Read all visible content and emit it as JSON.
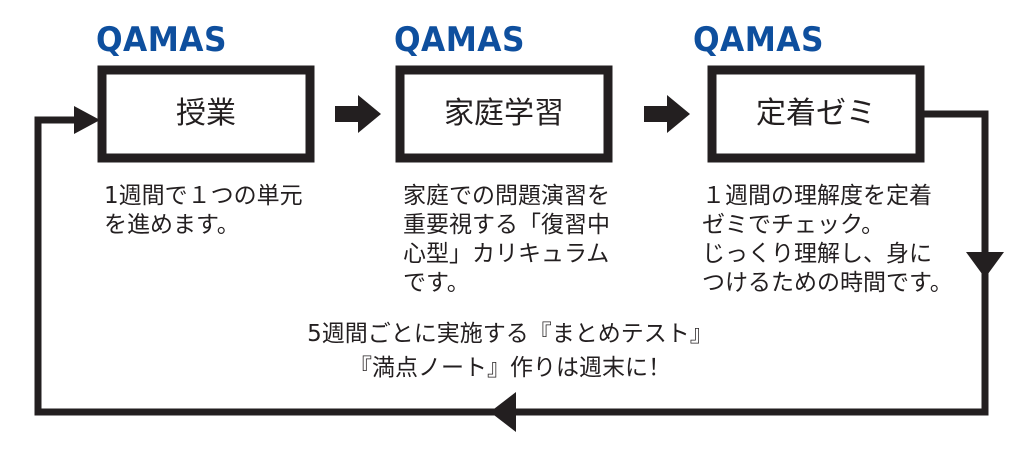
{
  "brand_color": "#0e4f9e",
  "line_color": "#231f20",
  "stages": [
    {
      "brand": "QAMAS",
      "label": "授業",
      "description": [
        "1週間で１つの単元",
        "を進めます。"
      ]
    },
    {
      "brand": "QAMAS",
      "label": "家庭学習",
      "description": [
        "家庭での問題演習を",
        "重要視する「復習中",
        "心型」カリキュラム",
        "です。"
      ]
    },
    {
      "brand": "QAMAS",
      "label": "定着ゼミ",
      "description": [
        "１週間の理解度を定着",
        "ゼミでチェック。",
        "じっくり理解し、身に",
        "つけるための時間です。"
      ]
    }
  ],
  "cycle_note": [
    "5週間ごとに実施する『まとめテスト』",
    "『満点ノート』作りは週末に！"
  ]
}
